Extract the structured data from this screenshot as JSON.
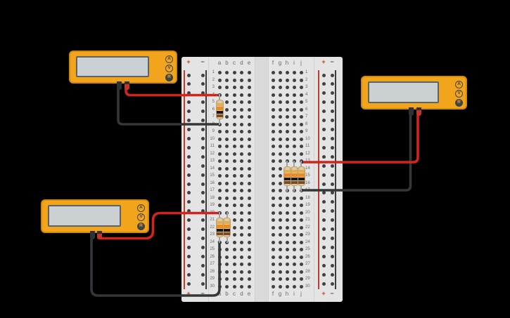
{
  "app": {
    "background": "#000000"
  },
  "breadboard": {
    "rows": 30,
    "columns_left": [
      "a",
      "b",
      "c",
      "d",
      "e"
    ],
    "columns_right": [
      "f",
      "g",
      "h",
      "i",
      "j"
    ],
    "rail_positive_label": "+",
    "rail_negative_label": "−",
    "colors": {
      "board": "#e4e4e4",
      "hole": "#3e4042",
      "positive_rail": "#c43a2d",
      "negative_rail": "#3d3d3d",
      "label_text": "#686868"
    }
  },
  "multimeters": [
    {
      "name": "multimeter-top-left",
      "display_value": "",
      "mode_buttons": [
        {
          "label": "A",
          "active": false
        },
        {
          "label": "V",
          "active": false
        },
        {
          "label": "R",
          "active": true
        }
      ]
    },
    {
      "name": "multimeter-right",
      "display_value": "",
      "mode_buttons": [
        {
          "label": "A",
          "active": false
        },
        {
          "label": "V",
          "active": false
        },
        {
          "label": "R",
          "active": true
        }
      ]
    },
    {
      "name": "multimeter-bottom-left",
      "display_value": "",
      "mode_buttons": [
        {
          "label": "A",
          "active": false
        },
        {
          "label": "V",
          "active": false
        },
        {
          "label": "R",
          "active": true
        }
      ]
    }
  ],
  "resistors": [
    {
      "name": "resistor-1",
      "column": "a",
      "row_start": 4,
      "row_end": 8,
      "bands": [
        "#dfae56",
        "#f08a1a",
        "#17171a",
        "#7d4a28"
      ]
    },
    {
      "name": "resistor-2",
      "column": "h",
      "row_start": 13,
      "row_end": 17,
      "bands": [
        "#dfae56",
        "#f08a1a",
        "#17171a",
        "#7d4a28"
      ]
    },
    {
      "name": "resistor-3",
      "column": "i",
      "row_start": 13,
      "row_end": 17,
      "bands": [
        "#dfae56",
        "#f08a1a",
        "#17171a",
        "#7d4a28"
      ]
    },
    {
      "name": "resistor-4",
      "column": "j",
      "row_start": 13,
      "row_end": 17,
      "bands": [
        "#dfae56",
        "#f08a1a",
        "#17171a",
        "#7d4a28"
      ]
    },
    {
      "name": "resistor-5",
      "column": "a",
      "row_start": 20,
      "row_end": 24,
      "bands": [
        "#dfae56",
        "#f08a1a",
        "#17171a",
        "#7d4a28"
      ]
    },
    {
      "name": "resistor-6",
      "column": "b",
      "row_start": 20,
      "row_end": 24,
      "bands": [
        "#dfae56",
        "#f08a1a",
        "#17171a",
        "#7d4a28"
      ]
    }
  ],
  "wires": [
    {
      "name": "wire-meter1-red",
      "color": "#d2231d",
      "from": "multimeter-top-left red probe",
      "to": "a4"
    },
    {
      "name": "wire-meter1-black",
      "color": "#33373a",
      "from": "multimeter-top-left black probe",
      "to": "a8"
    },
    {
      "name": "wire-meter2-red",
      "color": "#d2231d",
      "from": "multimeter-right red probe",
      "to": "j13"
    },
    {
      "name": "wire-meter2-black",
      "color": "#33373a",
      "from": "multimeter-right black probe",
      "to": "j17"
    },
    {
      "name": "wire-meter3-red",
      "color": "#d2231d",
      "from": "multimeter-bottom-left red probe",
      "to": "a20"
    },
    {
      "name": "wire-meter3-black",
      "color": "#33373a",
      "from": "multimeter-bottom-left black probe",
      "to": "a24"
    }
  ]
}
